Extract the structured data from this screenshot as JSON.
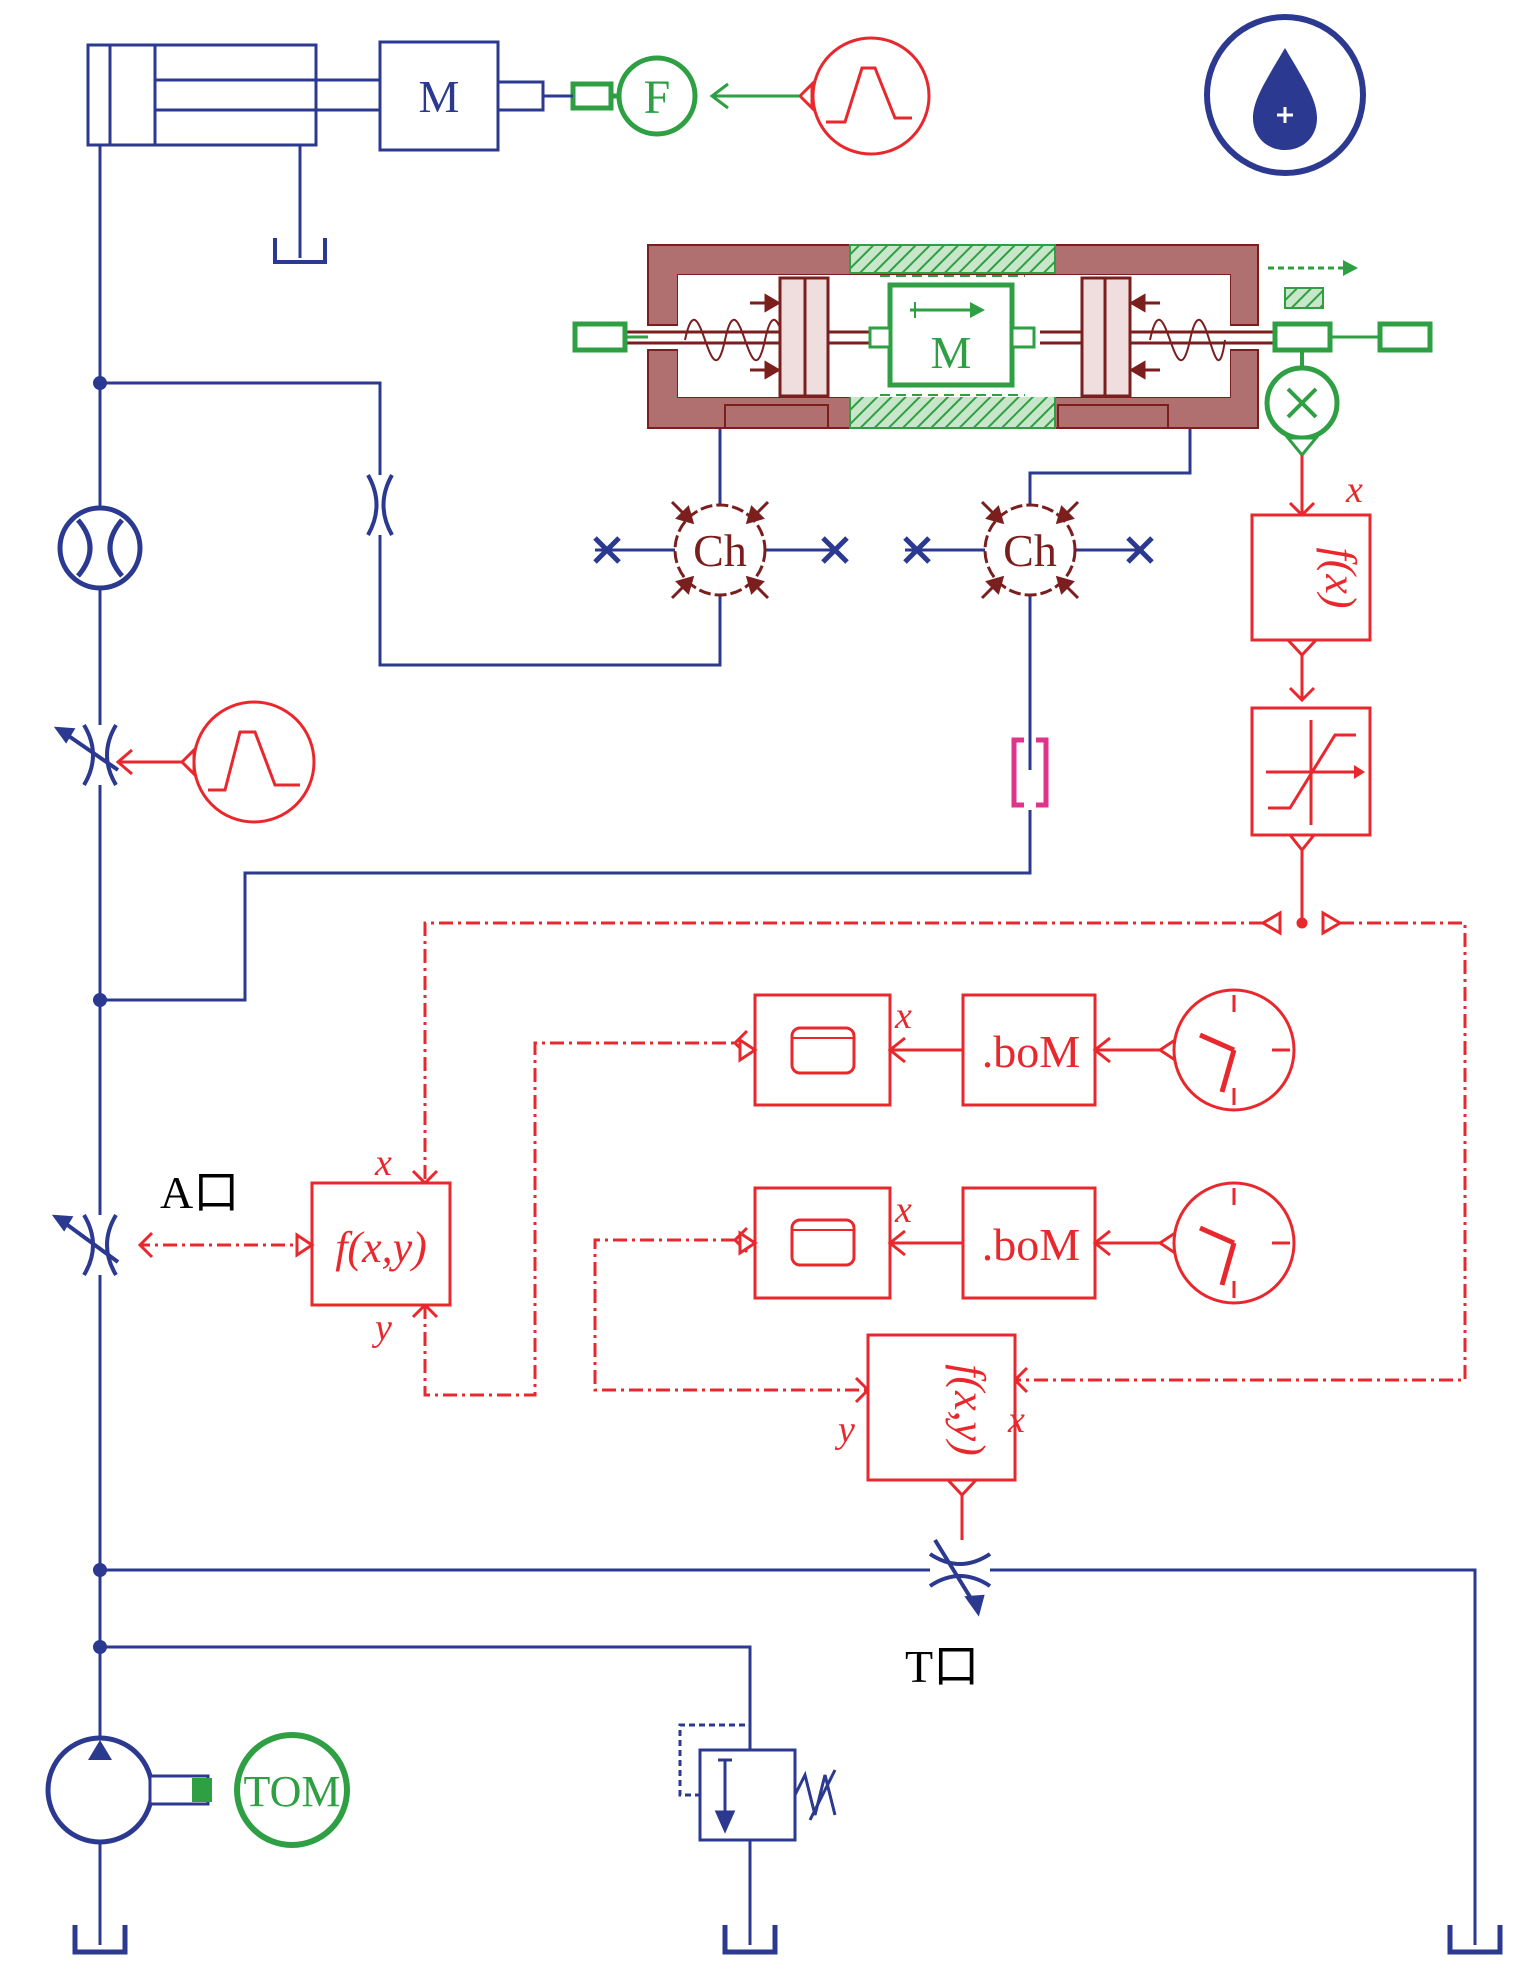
{
  "colors": {
    "hydraulic": "#2b3990",
    "signal": "#e8282d",
    "mechanical": "#2ea043",
    "valve_body": "#b07070",
    "valve_dark": "#7b1e1e",
    "port_pink": "#e0338a"
  },
  "labels": {
    "cyl_mass": "M",
    "force_src": "F",
    "valve_mass": "M",
    "chamber_left": "Ch",
    "chamber_right": "Ch",
    "func_fx": "f(x)",
    "func_fxy_left": "f(x,y)",
    "func_fxy_bottom": "f(x,y)",
    "mod_top": ".boM",
    "mod_bottom": ".boM",
    "motor": "TOM",
    "port_a": "A口",
    "port_t": "T口",
    "x_sensor": "x",
    "x_top": "x",
    "x_bottom": "x",
    "x_left": "x",
    "y_left": "y",
    "y_bottom": "y",
    "x_bottom_right": "x"
  },
  "icons": {
    "hydraulic_fluid": "droplet-icon",
    "signal_source": "signal-source-icon",
    "clock": "clock-icon"
  }
}
